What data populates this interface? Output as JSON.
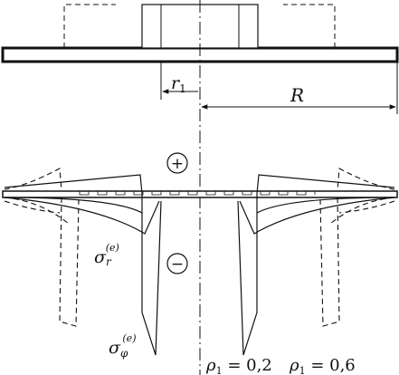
{
  "labels": {
    "r1": {
      "main": "r",
      "sub": "1"
    },
    "R": "R",
    "plus": "+",
    "minus": "−",
    "sigma_r": {
      "main": "σ",
      "sub": "r",
      "sup": "(e)"
    },
    "sigma_phi": {
      "main": "σ",
      "sub": "φ",
      "sup": "(e)"
    },
    "rho_a": {
      "main": "ρ",
      "sub": "1",
      "rest": " = 0,2"
    },
    "rho_b": {
      "main": "ρ",
      "sub": "1",
      "rest": " = 0,6"
    }
  }
}
